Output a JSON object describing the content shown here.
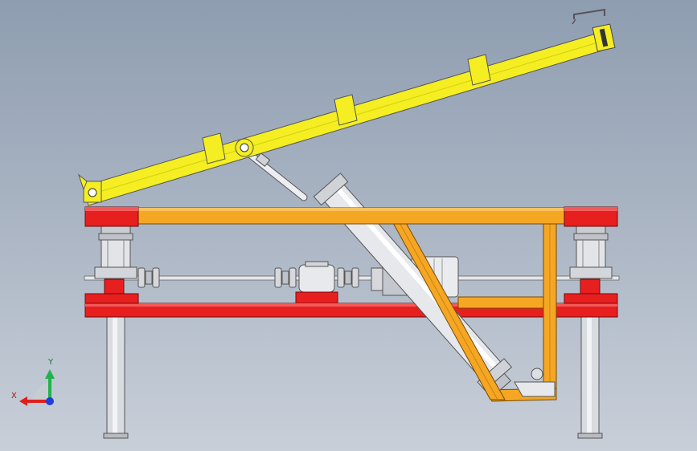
{
  "triad": {
    "x_label": "X",
    "y_label": "Y",
    "colors": {
      "x": "#e0201c",
      "y": "#22b24c",
      "z": "#1f3fd8"
    }
  },
  "palette": {
    "boom_yellow": "#f4ee22",
    "frame_orange": "#f5a623",
    "base_red": "#e81f1f",
    "steel_grey": "#c9ccd1"
  },
  "components": [
    "yellow-boom-arm",
    "hydraulic-cylinder",
    "upper-frame-beam",
    "lower-frame-beam",
    "diagonal-brace",
    "drive-motor",
    "gearbox",
    "drive-shaft",
    "left-jack-column",
    "right-jack-column"
  ]
}
